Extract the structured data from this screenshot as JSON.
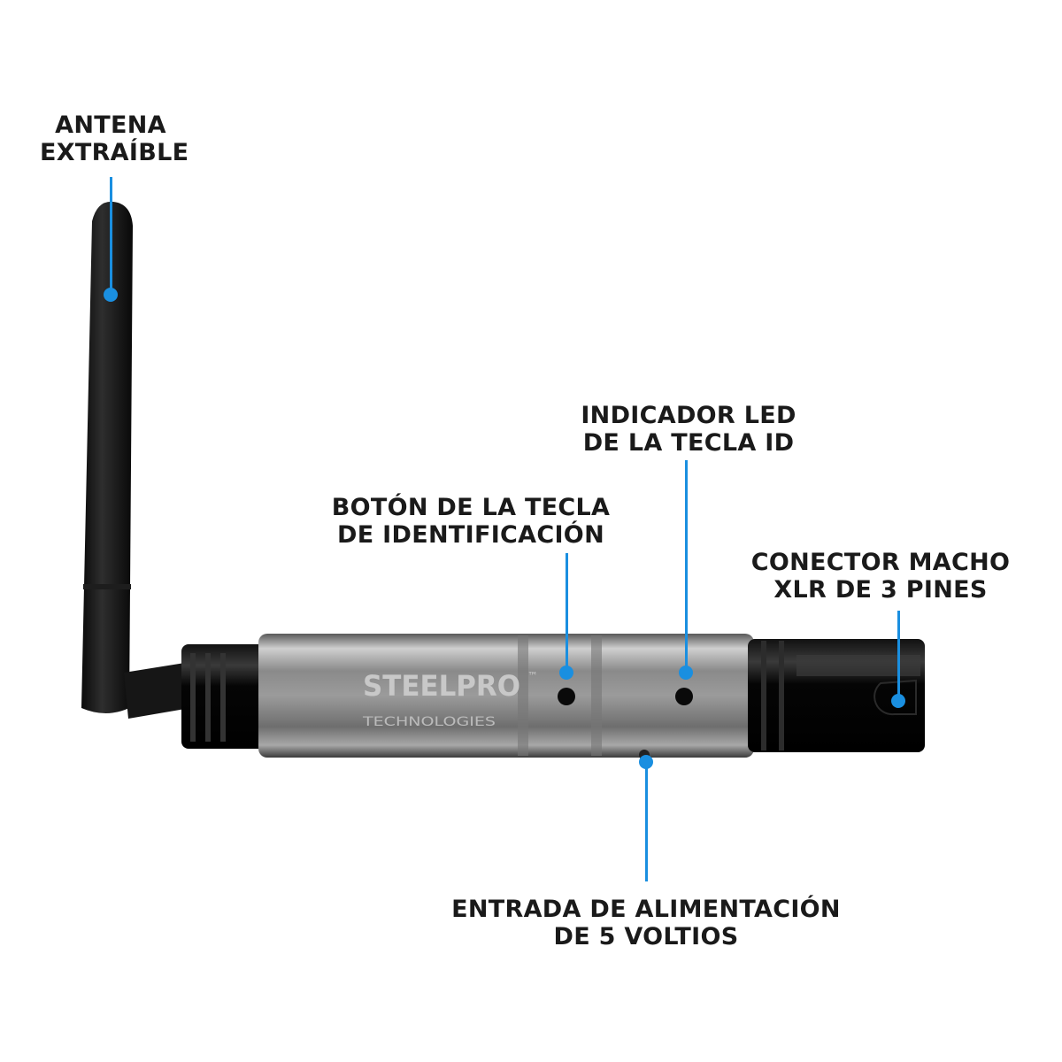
{
  "accent_color": "#1a8fe0",
  "callouts": {
    "antenna": {
      "line1": "ANTENA",
      "line2": "EXTRAÍBLE"
    },
    "id_button": {
      "line1": "BOTÓN DE LA TECLA",
      "line2": "DE IDENTIFICACIÓN"
    },
    "led": {
      "line1": "INDICADOR LED",
      "line2": "DE LA TECLA ID"
    },
    "xlr": {
      "line1": "CONECTOR MACHO",
      "line2": "XLR DE 3 PINES"
    },
    "power": {
      "line1": "ENTRADA DE ALIMENTACIÓN",
      "line2": "DE 5 VOLTIOS"
    }
  },
  "product": {
    "brand": "STEELPRO",
    "trademark": "™",
    "brand_sub": "TECHNOLOGIES"
  }
}
